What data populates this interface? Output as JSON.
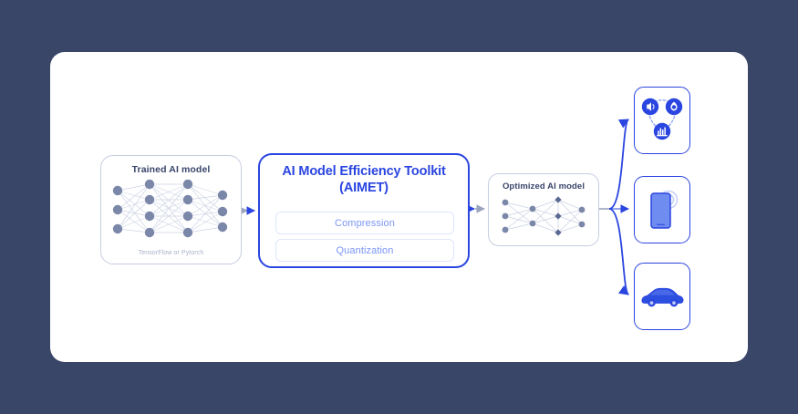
{
  "canvas": {
    "background_color": "#3a4668",
    "panel_color": "#ffffff"
  },
  "colors": {
    "accent_blue": "#2a45e0",
    "light_blue": "#7b96f5",
    "navy_text": "#39456b",
    "muted_grey": "#a9b2c9",
    "node_grey": "#7b87a8",
    "border_grey": "#c6cddf"
  },
  "diagram": {
    "type": "flow-diagram",
    "title_semantic": "AIMET model optimization pipeline",
    "stages": [
      {
        "id": "trained-model",
        "label": "Trained AI model",
        "sublabel": "TensorFlow or Pytorch",
        "graphic": "neural-network-dense"
      },
      {
        "id": "aimet",
        "label": "AI Model Efficiency Toolkit",
        "label_line2": "(AIMET)",
        "features": [
          "Compression",
          "Quantization"
        ]
      },
      {
        "id": "optimized-model",
        "label": "Optimized AI model",
        "graphic": "neural-network-sparse"
      }
    ],
    "targets": [
      {
        "id": "iot-sensors",
        "icon": "speaker-vision-audio-icons",
        "label": ""
      },
      {
        "id": "smartphone",
        "icon": "smartphone-icon",
        "label": ""
      },
      {
        "id": "automotive",
        "icon": "car-icon",
        "label": ""
      }
    ],
    "connectors": [
      {
        "from": "trained-model",
        "to": "aimet",
        "style": "arrow"
      },
      {
        "from": "aimet",
        "to": "optimized-model",
        "style": "arrow"
      },
      {
        "from": "optimized-model",
        "to": "iot-sensors",
        "style": "curved-arrow"
      },
      {
        "from": "optimized-model",
        "to": "smartphone",
        "style": "arrow"
      },
      {
        "from": "optimized-model",
        "to": "automotive",
        "style": "curved-arrow"
      }
    ]
  }
}
